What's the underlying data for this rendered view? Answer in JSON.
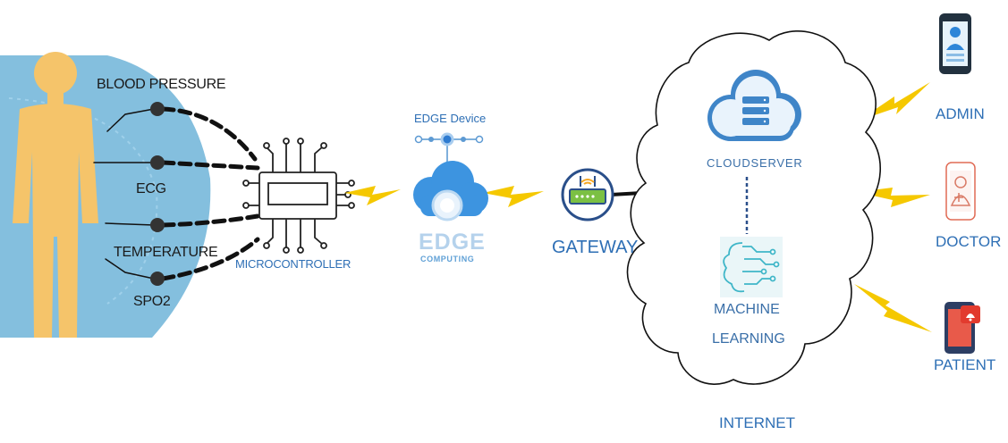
{
  "colors": {
    "body_silhouette": "#f5c46a",
    "halo": "#6fb4d8",
    "accent_blue": "#2e6fb5",
    "lightning": "#f5c800",
    "cable": "#111111"
  },
  "sensors": {
    "blood_pressure": "BLOOD PRESSURE",
    "ecg": "ECG",
    "temperature": "TEMPERATURE",
    "spo2": "SPO2"
  },
  "microcontroller": {
    "label": "MICROCONTROLLER"
  },
  "edge": {
    "device_label": "EDGE Device",
    "computing_big": "EDGE",
    "computing_small": "COMPUTING"
  },
  "gateway": {
    "label": "GATEWAY"
  },
  "cloud": {
    "server_label": "CLOUDSERVER",
    "ml_line1": "MACHINE",
    "ml_line2": "LEARNING",
    "internet_label": "INTERNET"
  },
  "users": {
    "admin": "ADMIN",
    "doctor": "DOCTOR",
    "patient": "PATIENT"
  },
  "icons": [
    "person-silhouette-icon",
    "microchip-icon",
    "edge-cloud-icon",
    "router-icon",
    "cloud-server-icon",
    "neural-circuit-icon",
    "admin-phone-icon",
    "doctor-phone-icon",
    "patient-phone-icon",
    "lightning-icon"
  ]
}
